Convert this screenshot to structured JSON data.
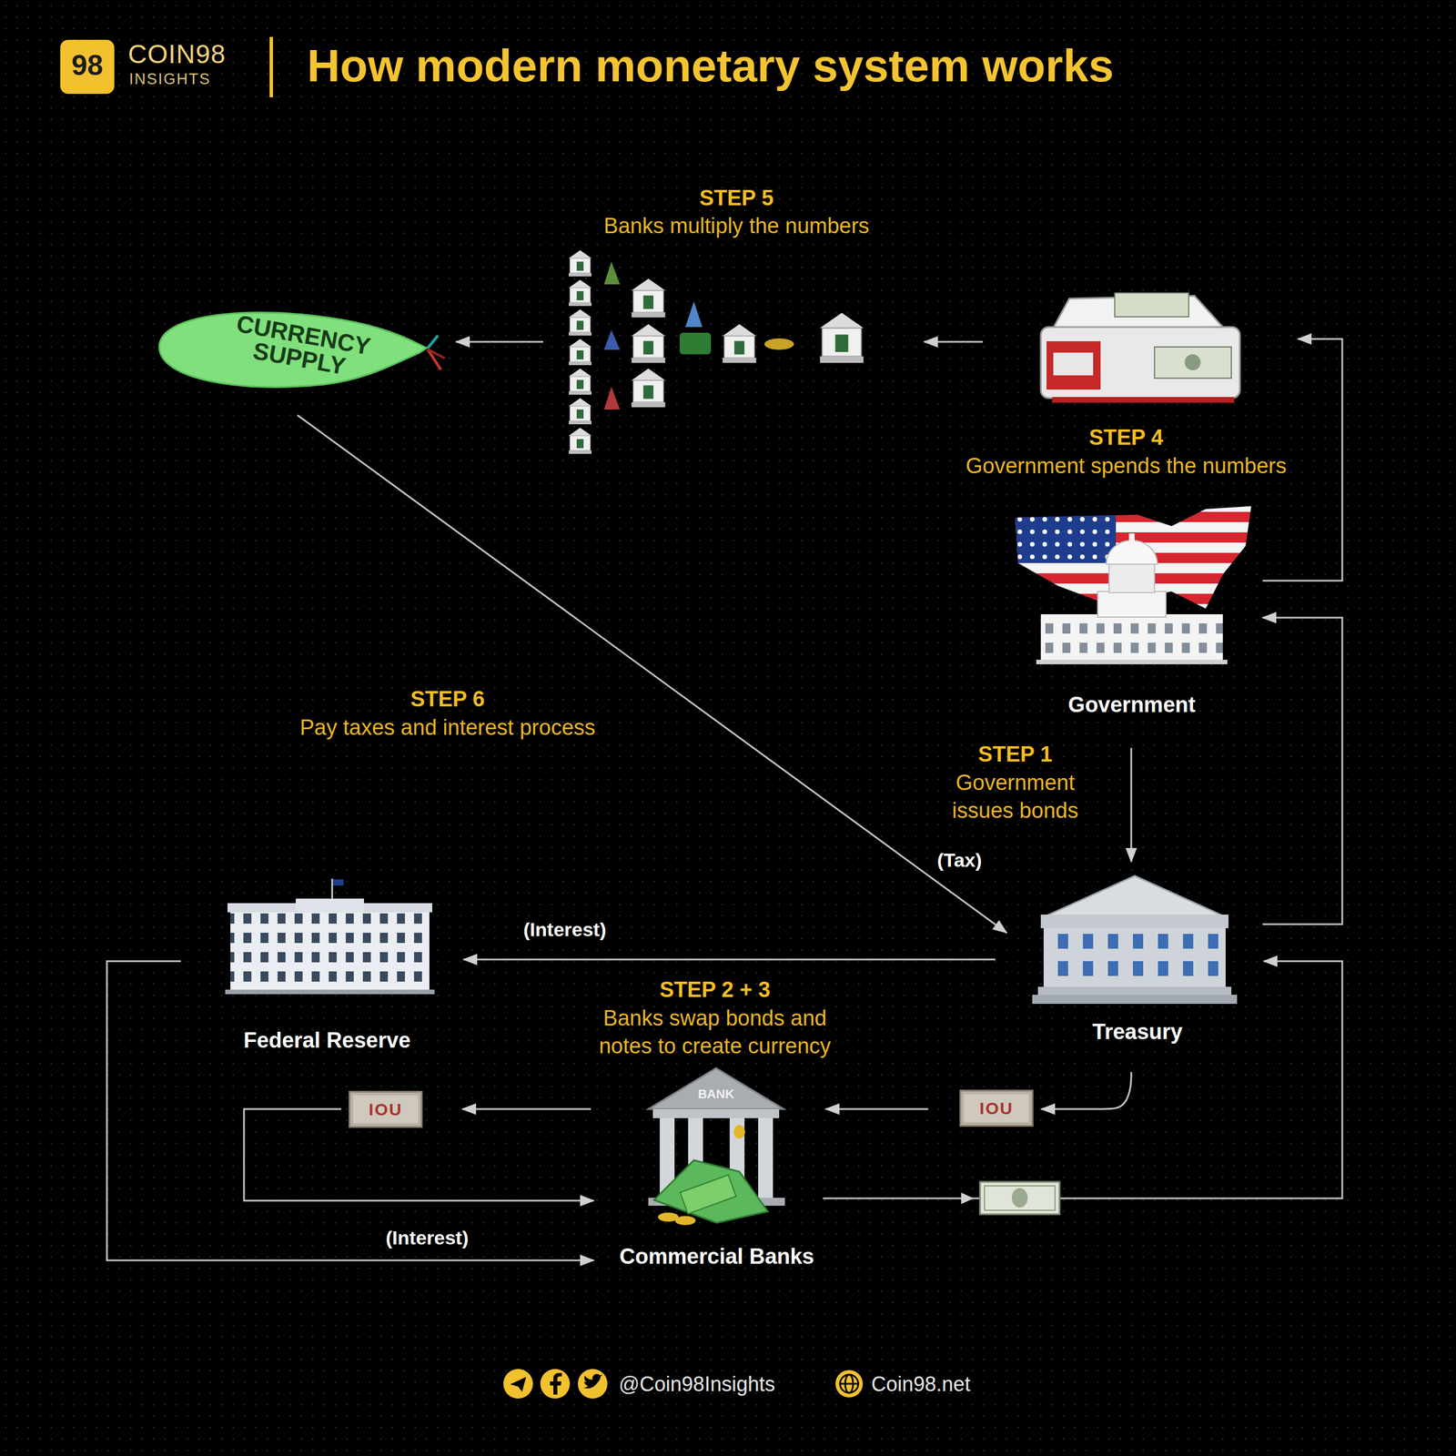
{
  "diagram": {
    "title": "How modern monetary system works",
    "nodes": [
      {
        "text": [
          "CURRENCY SUPPLY"
        ]
      },
      {
        "text": [
          "STEP 5",
          "Banks multiply the numbers"
        ]
      },
      {
        "text": [
          "STEP 4",
          "Government spends the numbers"
        ]
      },
      {
        "text": [
          "Government"
        ]
      },
      {
        "text": [
          "Treasury"
        ]
      },
      {
        "text": [
          "Federal Reserve"
        ]
      },
      {
        "text": [
          "IOU"
        ]
      },
      {
        "text": [
          "Commercial Banks"
        ]
      },
      {
        "text": [
          "IOU"
        ]
      }
    ],
    "edges": [
      {
        "from": 2,
        "to": 1,
        "arrow": "to"
      },
      {
        "from": 1,
        "to": 0,
        "arrow": "to"
      },
      {
        "from": 3,
        "to": 2,
        "arrow": "to"
      },
      {
        "from": 4,
        "to": 3,
        "arrow": "to"
      },
      {
        "from": 3,
        "to": 4,
        "arrow": "to"
      },
      {
        "from": 0,
        "to": 4,
        "label": "(Tax)",
        "arrow": "to"
      },
      {
        "from": 4,
        "to": 5,
        "label": "(Interest)",
        "arrow": "to"
      },
      {
        "from": 4,
        "to": 6,
        "arrow": "to"
      },
      {
        "from": 6,
        "to": 7,
        "arrow": "to"
      },
      {
        "from": 7,
        "to": 8,
        "arrow": "to"
      },
      {
        "from": 8,
        "to": 7,
        "arrow": "to"
      },
      {
        "from": 5,
        "to": 7,
        "label": "(Interest)",
        "arrow": "to"
      },
      {
        "from": 7,
        "to": 4,
        "arrow": "to"
      }
    ],
    "labels": [
      "98",
      "COIN98",
      "INSIGHTS",
      "STEP 6",
      "Pay taxes and interest process",
      "STEP 1",
      "Government issues bonds",
      "STEP 2 + 3",
      "Banks swap bonds and notes to create currency",
      "BANK",
      "@Coin98Insights",
      "Coin98.net"
    ]
  }
}
